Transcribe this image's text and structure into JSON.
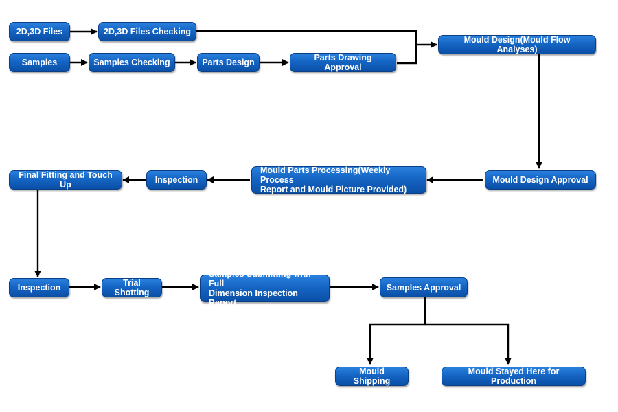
{
  "nodes": {
    "files_2d3d": "2D,3D Files",
    "files_checking": "2D,3D Files Checking",
    "samples": "Samples",
    "samples_checking": "Samples Checking",
    "parts_design": "Parts Design",
    "parts_drawing_approval": "Parts Drawing Approval",
    "mould_design": "Mould Design(Mould Flow Analyses)",
    "mould_design_approval": "Mould Design Approval",
    "mould_parts_processing_1": "Mould Parts Processing(Weekly Process",
    "mould_parts_processing_2": "Report and Mould Picture Provided)",
    "inspection_1": "Inspection",
    "final_fitting": "Final Fitting and Touch Up",
    "inspection_2": "Inspection",
    "trial_shotting": "Trial Shotting",
    "samples_submitting_1": "Samples Submitting with Full",
    "samples_submitting_2": "Dimension Inspection Report",
    "samples_approval": "Samples Approval",
    "mould_shipping": "Mould Shipping",
    "mould_stayed": "Mould Stayed Here for Production"
  },
  "colors": {
    "node_fill": "#1565c4",
    "node_border": "#0b3f86",
    "connector": "#000000"
  }
}
